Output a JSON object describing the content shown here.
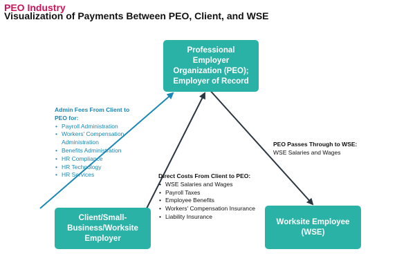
{
  "header": {
    "title": "PEO Industry",
    "subtitle": "Visualization of Payments Between PEO, Client, and WSE"
  },
  "colors": {
    "title": "#c8145a",
    "subtitle": "#111111",
    "node_fill": "#2ab2a6",
    "node_text": "#ffffff",
    "admin_arrow": "#1b87b4",
    "admin_text": "#1b87b4",
    "dark_arrow": "#2b3640",
    "body_text": "#111111"
  },
  "nodes": {
    "peo": {
      "lines": [
        "Professional",
        "Employer",
        "Organization (PEO);",
        "Employer of Record"
      ]
    },
    "client": {
      "lines": [
        "Client/Small-",
        "Business/Worksite",
        "Employer"
      ]
    },
    "wse": {
      "lines": [
        "Worksite Employee",
        "(WSE)"
      ]
    }
  },
  "annotations": {
    "admin_fees": {
      "heading_lines": [
        "Admin Fees From Client to",
        "PEO for:"
      ],
      "items": [
        "Payroll Administration",
        "Workers' Compensation Administration",
        "Benefits Administration",
        "HR Compliance",
        "HR Technology",
        "HR Services"
      ]
    },
    "direct_costs": {
      "heading": "Direct Costs From Client to PEO:",
      "items": [
        "WSE Salaries and Wages",
        "Payroll Taxes",
        "Employee Benefits",
        "Workers' Compensation Insurance",
        "Liability Insurance"
      ]
    },
    "pass_through": {
      "heading": "PEO Passes Through to WSE:",
      "body": "WSE Salaries and Wages"
    }
  }
}
